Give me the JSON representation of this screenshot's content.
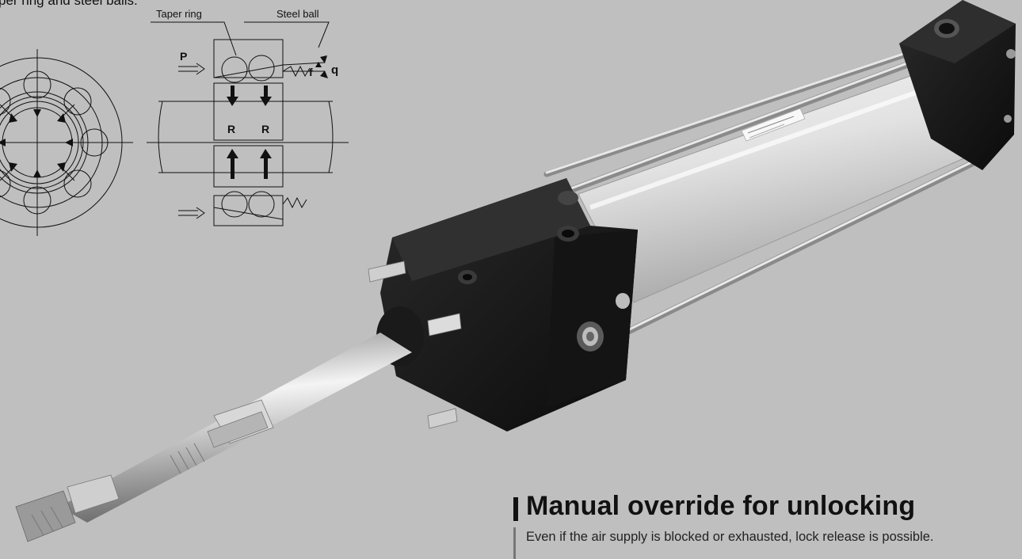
{
  "header": {
    "intro_text": "per ring and steel balls."
  },
  "diagram": {
    "label_taper_ring": "Taper ring",
    "label_steel_ball": "Steel ball",
    "label_pressure": "P",
    "label_angle": "q",
    "label_spring_force": "f",
    "label_reaction_left": "R",
    "label_reaction_right": "R"
  },
  "feature": {
    "title": "Manual override for unlocking",
    "description": "Even if the air supply is blocked or exhausted, lock release is possible."
  },
  "colors": {
    "background": "#bfbfbf",
    "cylinder_body": "#e4e4e4",
    "lock_unit": "#151515",
    "rod": "#d8d8d8"
  }
}
